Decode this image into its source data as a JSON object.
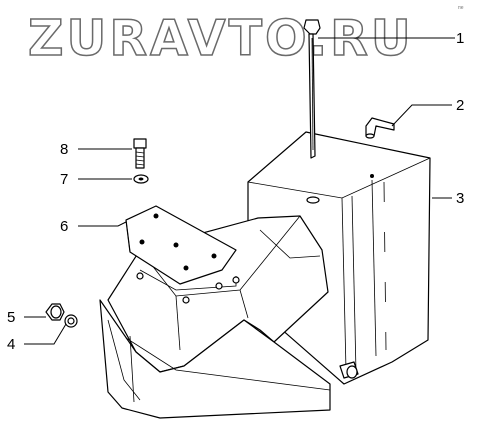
{
  "watermark": "ZURAVTO.RU",
  "corner_code": "пе",
  "callouts": [
    {
      "number": "1",
      "part": "dipstick"
    },
    {
      "number": "2",
      "part": "breather-fitting"
    },
    {
      "number": "3",
      "part": "tank"
    },
    {
      "number": "4",
      "part": "drain-seal-washer"
    },
    {
      "number": "5",
      "part": "drain-plug"
    },
    {
      "number": "6",
      "part": "mounting-bracket"
    },
    {
      "number": "7",
      "part": "washer"
    },
    {
      "number": "8",
      "part": "bolt"
    }
  ]
}
